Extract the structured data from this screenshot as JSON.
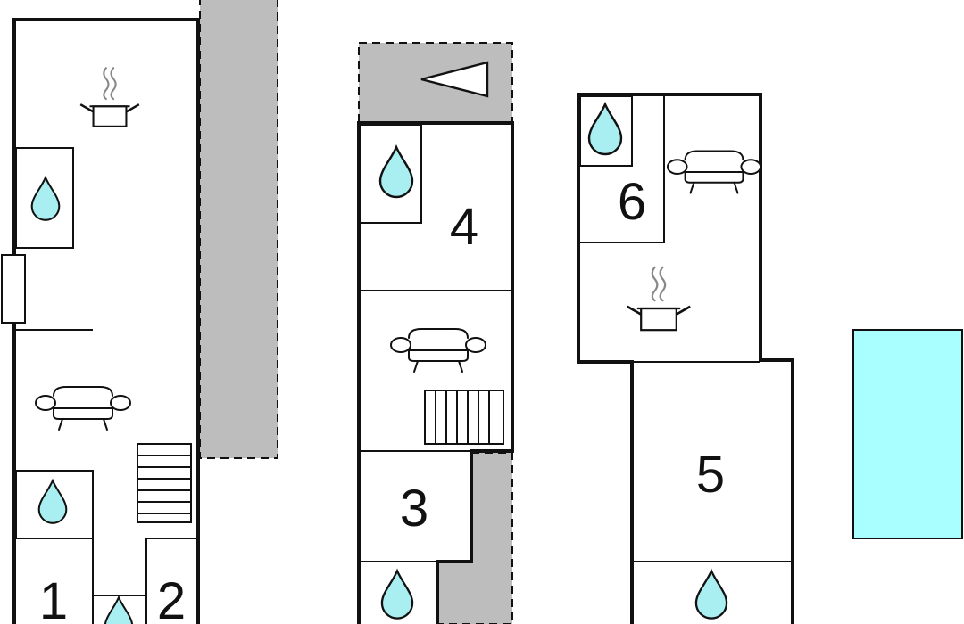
{
  "rooms": [
    {
      "id": "room-1",
      "label": "1"
    },
    {
      "id": "room-2",
      "label": "2"
    },
    {
      "id": "room-3",
      "label": "3"
    },
    {
      "id": "room-4",
      "label": "4"
    },
    {
      "id": "room-5",
      "label": "5"
    },
    {
      "id": "room-6",
      "label": "6"
    }
  ],
  "icons": {
    "bathroom": "water-drop-icon",
    "kitchen": "cooking-pot-icon",
    "living": "sofa-icon",
    "stairs": "staircase-icon",
    "entrance": "entrance-arrow-icon",
    "pool": "swimming-pool"
  },
  "colors": {
    "bathroom_drop": "#a9eef0",
    "pool": "#a9ffff",
    "terrace": "#bdbdbd",
    "walls": "#111111"
  }
}
